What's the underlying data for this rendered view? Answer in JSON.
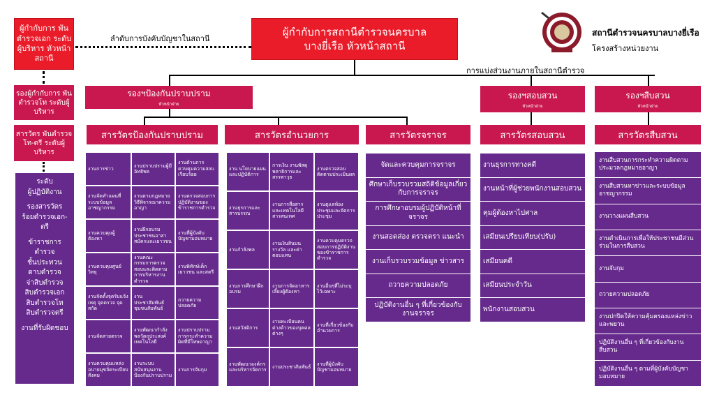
{
  "top": {
    "commander": "ผู้กำกับการสถานีตำรวจนครบาลบางยี่เรือ หัวหน้าสถานี",
    "command_line": "ลำดับการบังคับบัญชาในสถานี",
    "station_name": "สถานีตำรวจนครบาลบางยี่เรือ",
    "structure": "โครงสร้างหน่วยงาน",
    "division_label": "การแบ่งส่วนงานภายในสถานีตำรวจ"
  },
  "left": {
    "box1": "ผู้กำกับการ พันตำรวจเอก ระดับผู้บริหาร หัวหน้าสถานี",
    "box2": "รองผู้กำกับการ พันตำรวจโท ระดับผู้บริหาร",
    "box3": "สารวัตร พันตำรวจโท-ตรี ระดับผู้บริหาร",
    "box4_lines": [
      "ระดับ",
      "ผู้ปฏิบัติงาน",
      "",
      "รองสารวัตร",
      "ร้อยตำรวจเอก-",
      "ตรี",
      "",
      "ข้าราชการ",
      "ตำรวจ",
      "ชั้นประทวน",
      "ดาบตำรวจ",
      "จ่าสิบตำรวจ",
      "สิบตำรวจเอก",
      "สิบตำรวจโท",
      "สิบตำรวจตรี",
      "",
      "งานที่รับผิดชอบ"
    ]
  },
  "deputies": {
    "prevention": {
      "title": "รองฯป้องกันปราบปราม",
      "sub": "หัวหน้าฝ่าย"
    },
    "investigation": {
      "title": "รองฯสอบสวน",
      "sub": "หัวหน้าฝ่าย"
    },
    "detective": {
      "title": "รองฯสืบสวน",
      "sub": "หัวหน้าฝ่าย"
    }
  },
  "inspectors": {
    "prevention": "สารวัตรป้องกันปราบปราม",
    "admin": "สารวัตรอำนวยการ",
    "traffic": "สารวัตรจราจร",
    "investigation": "สารวัตรสอบสวน",
    "detective": "สารวัตรสืบสวน"
  },
  "prevention_grid": [
    [
      "งานการข่าว",
      "งานปราบปรามผู้มีอิทธิพล",
      "งานด้านการควบคุมความสงบเรียบร้อย"
    ],
    [
      "งานจัดทำแผนที่ระบบข้อมูลอาชญากรรม",
      "งานตามกฎหมายวิธีพิจารณาความอาญา",
      "งานตรวจสอบการปฏิบัติงานของข้าราชการตำรวจ"
    ],
    [
      "งานควบคุมผู้ต้องหา",
      "งานฝึกอบรมประชาชนอาสาสมัครและเยาวชน",
      "งานที่ผู้บังคับบัญชามอบหมาย"
    ],
    [
      "งานควบคุมศูนย์วิทยุ",
      "งานคณะกรรมการตรวจสอบและติดตามการบริหารงานตำรวจ",
      "งานพิทักษ์เด็กเยาวชน และสตรี"
    ],
    [
      "งานจัดตั้งจุดรับแจ้งเหตุ จุดตรวจ จุดสกัด",
      "งานประชาสัมพันธ์ ชุมชนสัมพันธ์",
      "ถวายความปลอดภัย"
    ],
    [
      "งานจัดสายตรวจ",
      "งานพัฒนากำลังพลวัตถุประสงค์เทคโนโลยี",
      "งานปราบปรามการกระทำความผิดที่มีโทษอาญา"
    ],
    [
      "งานควบคุมแหล่งอบายมุขจัดระเบียบสังคม",
      "งานระบบสนับสนุนงานป้องกันปราบปราม",
      "งานการจับกุม"
    ]
  ],
  "admin_grid": [
    [
      "งาน นโยบายแผนและปฏิบัติการ",
      "การเงิน งานพัสดุ พลาธิการและสรรพาวุธ",
      "งานตรวจสอบติดตามประเมินผล"
    ],
    [
      "งานธุรการและสารบรรณ",
      "งานการสื่อสารและเทคโนโลยีสารสนเทศ",
      "งานดูแลห้องประชุมและจัดการประชุม"
    ],
    [
      "งานกำลังพล",
      "งานเงินสินบนรางวัล และค่าตอบแทน",
      "งานควบคุมตรวจสอบการปฏิบัติงานของข้าราชการตำรวจ"
    ],
    [
      "งานการศึกษาฝึกอบรม",
      "งานการจัดอาหารเลี้ยงผู้ต้องหา",
      "งานอื่นๆที่ไม่ระบุไว้เฉพาะ"
    ],
    [
      "งานสวัสดิการ",
      "งานทะเบียนคนต่างด้าวของบุคคลต่างๆ",
      "งานที่เกี่ยวข้องกับอำนวยการ"
    ],
    [
      "งานพัฒนาองค์กร และบริหารจัดการ",
      "งานประชาสัมพันธ์",
      "งานที่ผู้บังคับบัญชามอบหมาย"
    ]
  ],
  "traffic_items": [
    "จัดและควบคุมการจราจร",
    "ศึกษาเก็บรวบรวมสถิติข้อมูลเกี่ยวกับการจราจร",
    "การศึกษาอบรมผู้ปฏิบัติหน้าที่จราจร",
    "งานสอดส่อง ตรวจตรา แนะนำ",
    "งานเก็บรวบรวมข้อมูล ข่าวสาร",
    "ถวายความปลอดภัย",
    "ปฏิบัติงานอื่น ๆ ที่เกี่ยวข้องกับงานจราจร"
  ],
  "investigation_items": [
    "งานธุรการทางคดี",
    "งานหน้าที่ผู้ช่วยพนักงานสอบสวน",
    "คุมผู้ต้องหาไปศาล",
    "เสมียนเปรียบเทียบ(ปรับ)",
    "เสมียนคดี",
    "เสมียนประจำวัน",
    "พนักงานสอบสวน"
  ],
  "detective_items": [
    "งานสืบสวนการกระทำความผิดตามประมวลกฎหมายอาญา",
    "งานสืบสวนหาข่าวและระบบข้อมูลอาชญากรรม",
    "งานวางแผนสืบสวน",
    "งานดำเนินการเพื่อให้ประชาชนมีส่วนร่วมในการสืบสวน",
    "งานจับกุม",
    "ถวายความปลอดภัย",
    "งานปกปิดให้ความคุ้มครองแหล่งข่าวและพยาน",
    "ปฏิบัติงานอื่น ๆ ที่เกี่ยวข้องกับงานสืบสวน",
    "ปฏิบัติงานอื่น ๆ ตามที่ผู้บังคับบัญชามอบหมาย"
  ]
}
